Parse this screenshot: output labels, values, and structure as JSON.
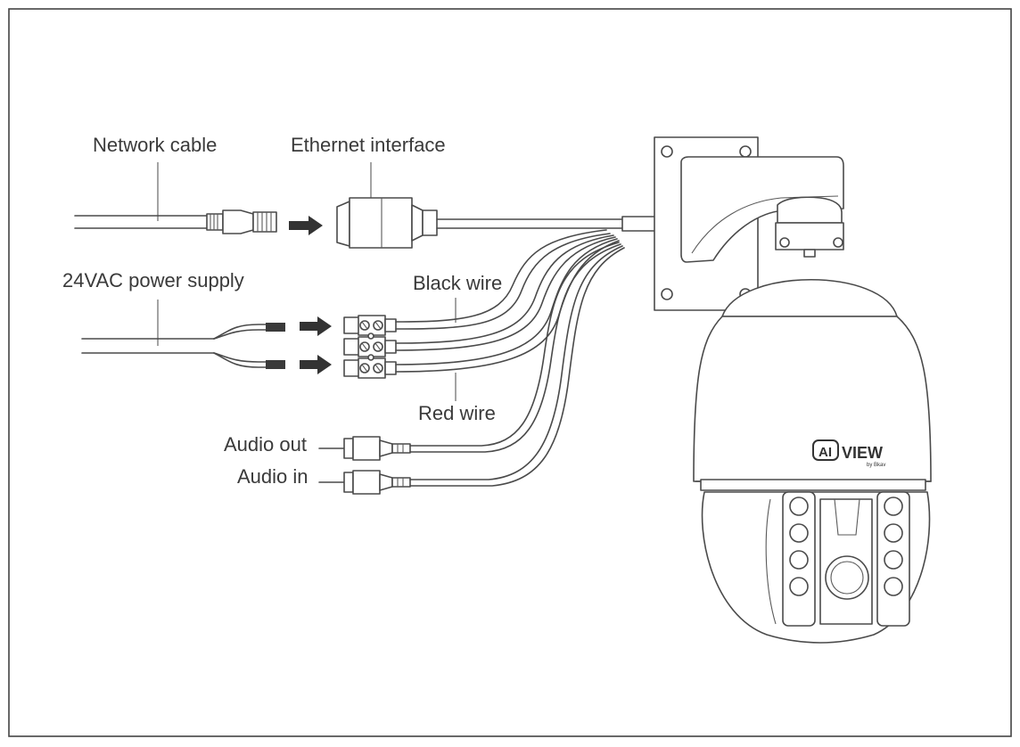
{
  "labels": {
    "network_cable": "Network cable",
    "ethernet_interface": "Ethernet interface",
    "power_supply": "24VAC power supply",
    "black_wire": "Black wire",
    "red_wire": "Red wire",
    "audio_out": "Audio out",
    "audio_in": "Audio in"
  },
  "brand": {
    "logo_ai": "AI",
    "logo_view": "VIEW",
    "logo_by": "by Bkav"
  },
  "colors": {
    "line": "#4a4a4a",
    "text": "#3a3a3a",
    "arrow": "#333333"
  }
}
